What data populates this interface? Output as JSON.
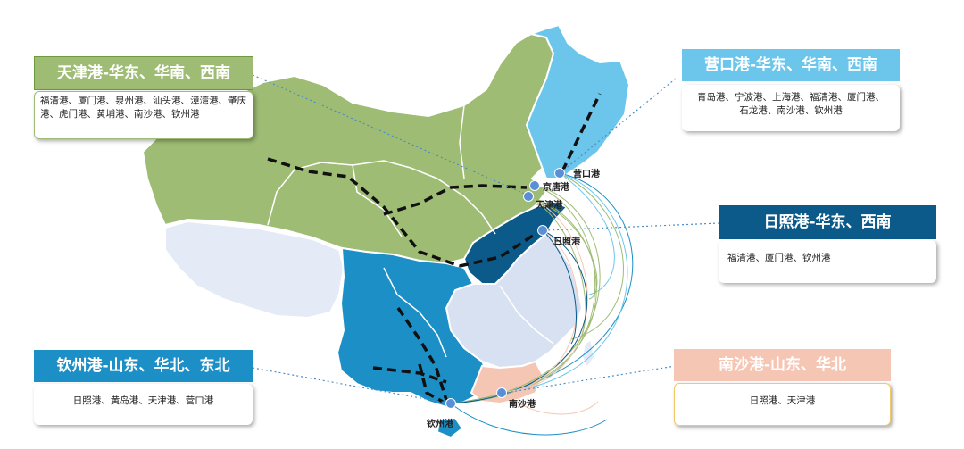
{
  "colors": {
    "north": "#9ebc74",
    "northeast": "#6cc6ec",
    "shandong": "#0c5a8a",
    "southwest": "#1b8fc6",
    "guangdong": "#f6c6b4",
    "east": "#d7e1f1",
    "west": "#e4ebf6",
    "port_dot": "#5a8fd6"
  },
  "callouts": {
    "tianjin": {
      "title": "天津港-华东、华南、西南",
      "desc": "福清港、厦门港、泉州港、汕头港、漳湾港、肇庆港、虎门港、黄埔港、南沙港、钦州港"
    },
    "yingkou": {
      "title": "营口港-华东、华南、西南",
      "desc": "青岛港、宁波港、上海港、福清港、厦门港、石龙港、南沙港、钦州港"
    },
    "rizhao": {
      "title": "日照港-华东、西南",
      "desc": "福清港、厦门港、钦州港"
    },
    "qinzhou": {
      "title": "钦州港-山东、华北、东北",
      "desc": "日照港、黄岛港、天津港、营口港"
    },
    "nansha": {
      "title": "南沙港-山东、华北",
      "desc": "日照港、天津港"
    }
  },
  "ports": {
    "yingkou": "营口港",
    "jingtang": "京唐港",
    "tianjin": "天津港",
    "rizhao": "日照港",
    "qinzhou": "钦州港",
    "nansha": "南沙港"
  }
}
